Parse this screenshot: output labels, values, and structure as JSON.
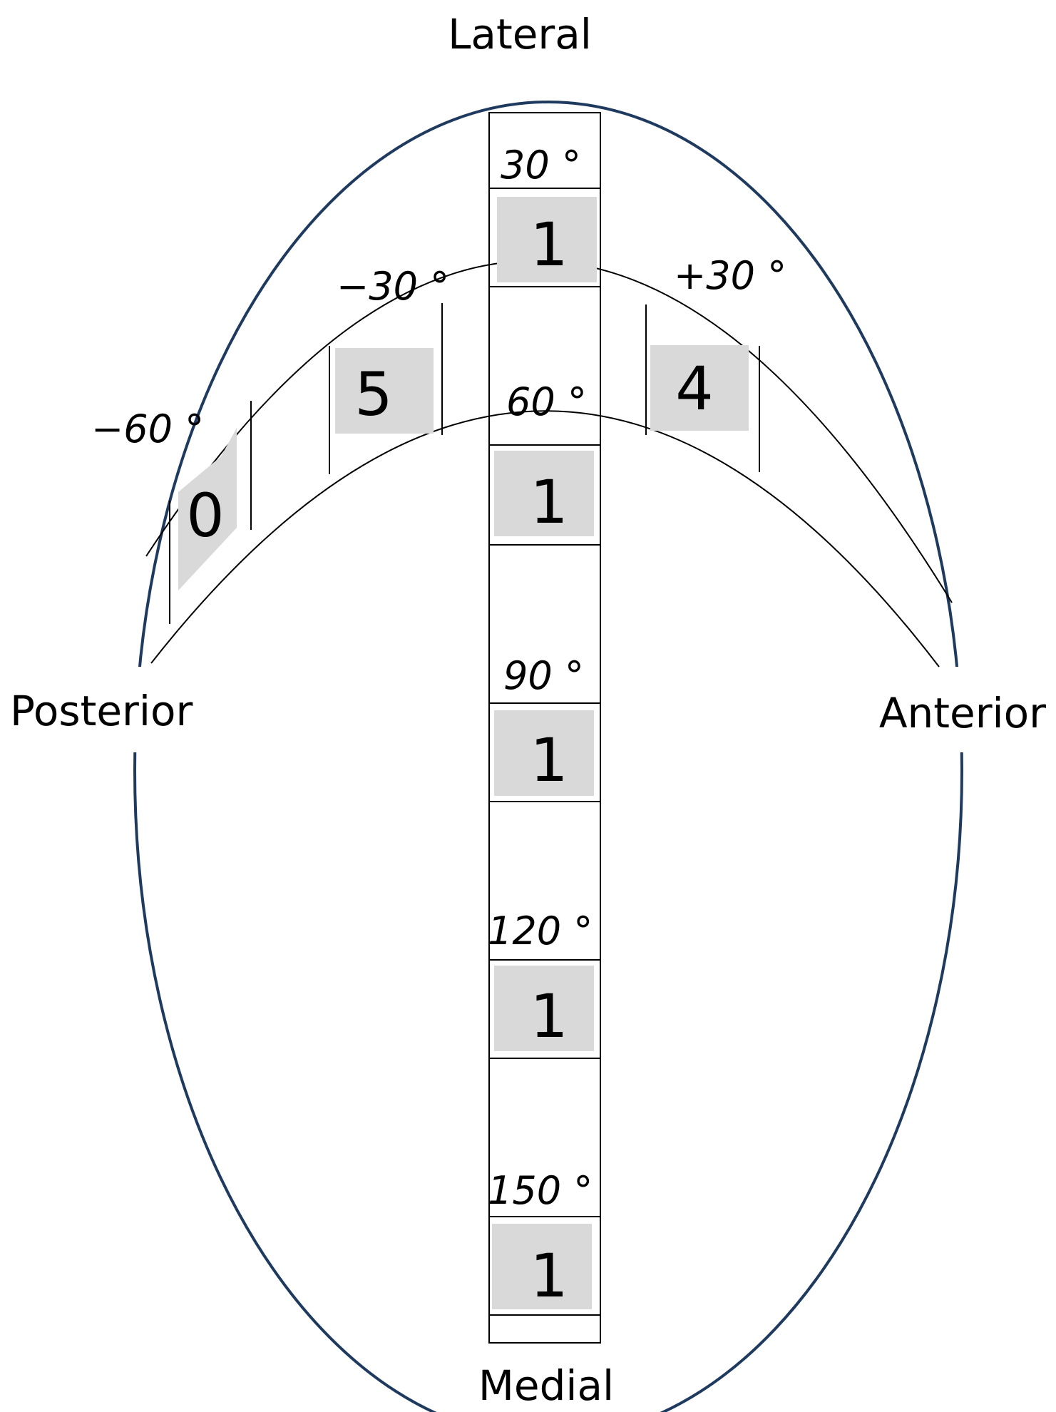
{
  "orientation_labels": {
    "top": "Lateral",
    "bottom": "Medial",
    "left": "Posterior",
    "right": "Anterior"
  },
  "vertical_column": [
    {
      "angle": "30 °",
      "count": "1"
    },
    {
      "angle": "60 °",
      "count": "1"
    },
    {
      "angle": "90 °",
      "count": "1"
    },
    {
      "angle": "120 °",
      "count": "1"
    },
    {
      "angle": "150 °",
      "count": "1"
    }
  ],
  "arc_band": [
    {
      "angle": "−60 °",
      "count": "0"
    },
    {
      "angle": "−30 °",
      "count": "5"
    },
    {
      "angle": "+30 °",
      "count": "4"
    }
  ],
  "colors": {
    "ellipse_outline": "#1f3a5f",
    "count_box": "#d9d9d9",
    "lines": "#000000"
  }
}
